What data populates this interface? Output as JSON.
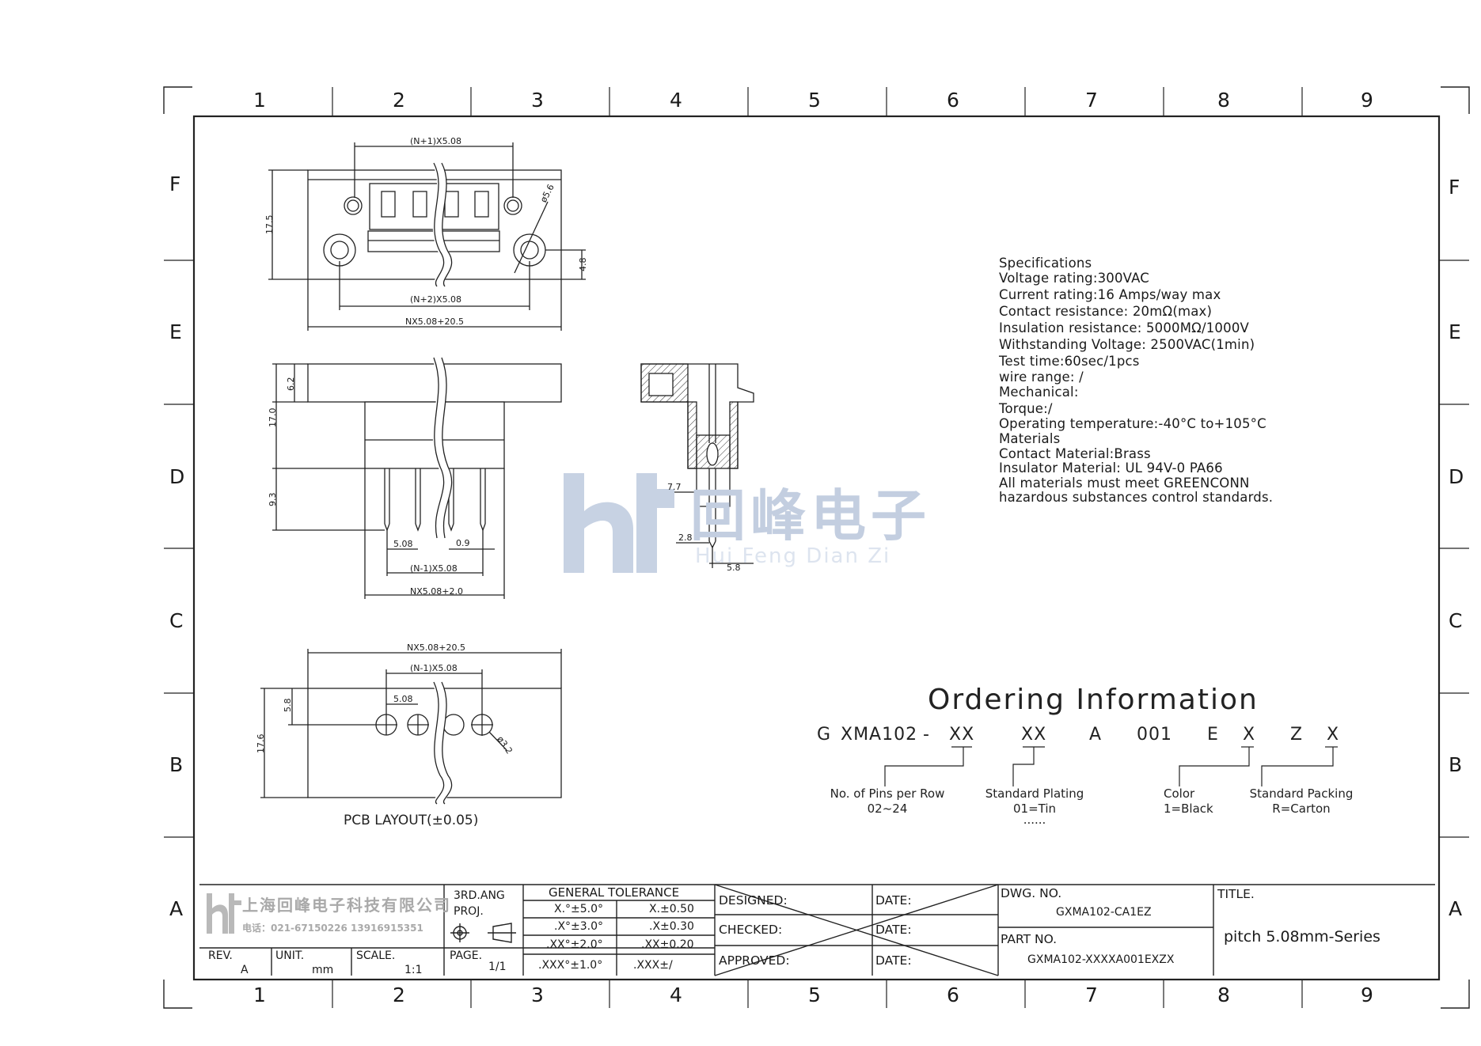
{
  "frame": {
    "columns": [
      "1",
      "2",
      "3",
      "4",
      "5",
      "6",
      "7",
      "8",
      "9"
    ],
    "rows": [
      "F",
      "E",
      "D",
      "C",
      "B",
      "A"
    ]
  },
  "views": {
    "top": {
      "dim_top": "(N+1)X5.08",
      "dim_mid": "(N+2)X5.08",
      "dim_bottom": "NX5.08+20.5",
      "dim_height": "17.5",
      "dim_right": "4.8",
      "dim_hole": "ø5.6"
    },
    "front": {
      "dim_top": "6.2",
      "dim_mid": "17.0",
      "dim_pin": "9.3",
      "dim_pitch": "5.08",
      "dim_pin_w": "0.9",
      "dim_span": "(N-1)X5.08",
      "dim_total": "NX5.08+2.0"
    },
    "side": {
      "dim_a": "7.7",
      "dim_b": "2.8",
      "dim_c": "5.8"
    },
    "pcb": {
      "dim_total": "NX5.08+20.5",
      "dim_span": "(N-1)X5.08",
      "dim_pitch": "5.08",
      "dim_left": "5.8",
      "dim_height": "17.6",
      "dim_hole": "ø3.2",
      "label": "PCB LAYOUT(±0.05)"
    }
  },
  "watermark": {
    "cn": "回峰电子",
    "pinyin": "Hui Feng Dian Zi"
  },
  "specifications": [
    "Specifications",
    "Voltage rating:300VAC",
    "Current rating:16 Amps/way max",
    "Contact resistance: 20mΩ(max)",
    "Insulation resistance: 5000MΩ/1000V",
    "Withstanding Voltage: 2500VAC(1min)",
    "Test time:60sec/1pcs",
    "wire range: /",
    "Mechanical:",
    "Torque:/",
    "Operating temperature:-40°C to+105°C",
    "Materials",
    "Contact Material:Brass",
    "Insulator Material: UL 94V-0 PA66",
    "All materials must meet GREENCONN",
    "hazardous substances control standards."
  ],
  "ordering": {
    "title": "Ordering Information",
    "code": {
      "g": "G",
      "series": "XMA102",
      "dash": "-",
      "pins": "XX",
      "plating": "XX",
      "a": "A",
      "n001": "001",
      "e": "E",
      "color": "X",
      "z": "Z",
      "packing": "X"
    },
    "notes": {
      "pins_label": "No. of Pins per Row",
      "pins_value": "02~24",
      "plating_label": "Standard Plating",
      "plating_value": "01=Tin",
      "plating_more": "......",
      "color_label": "Color",
      "color_value": "1=Black",
      "packing_label": "Standard Packing",
      "packing_value": "R=Carton"
    }
  },
  "title_block": {
    "company_cn": "上海回峰电子科技有限公司",
    "company_tel": "电话：021-67150226  13916915351",
    "projection": "3RD.ANG",
    "projection2": "PROJ.",
    "tolerance_title": "GENERAL TOLERANCE",
    "tolerances": [
      [
        "X.°±5.0°",
        "X.±0.50"
      ],
      [
        ".X°±3.0°",
        ".X±0.30"
      ],
      [
        ".XX°±2.0°",
        ".XX±0.20"
      ],
      [
        ".XXX°±1.0°",
        ".XXX±/"
      ]
    ],
    "rev_label": "REV.",
    "rev_value": "A",
    "unit_label": "UNIT.",
    "unit_value": "mm",
    "scale_label": "SCALE.",
    "scale_value": "1:1",
    "page_label": "PAGE.",
    "page_value": "1/1",
    "designed": "DESIGNED:",
    "checked": "CHECKED:",
    "approved": "APPROVED:",
    "date": "DATE:",
    "dwg_label": "DWG. NO.",
    "dwg_value": "GXMA102-CA1EZ",
    "part_label": "PART NO.",
    "part_value": "GXMA102-XXXXA001EXZX",
    "title_label": "TITLE.",
    "title_value": "pitch 5.08mm-Series"
  }
}
